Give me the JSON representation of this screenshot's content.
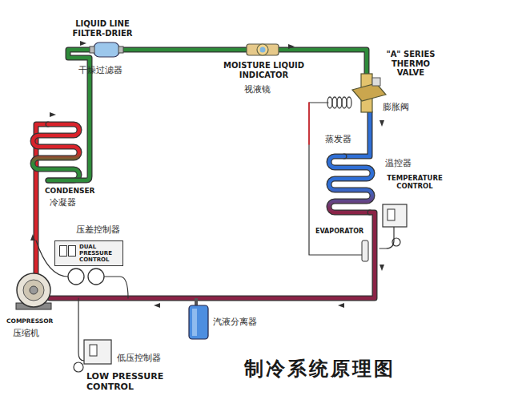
{
  "diagram": {
    "title": "制冷系统原理图",
    "nodes": [
      {
        "text": [
          "压差控制器",
          "DUAL PRESSURE CONTROL"
        ]
      }
    ],
    "labels": [
      "LIQUID LINE FILTER-DRIER",
      "干燥过滤器",
      "MOISTURE LIQUID INDICATOR",
      "视液镜",
      "\"A\" SERIES THERMO VALVE",
      "膨胀阀",
      "蒸发器",
      "温控器",
      "TEMPERATURE CONTROL",
      "EVAPORATOR",
      "CONDENSER",
      "冷凝器",
      "COMPRESSOR",
      "压缩机",
      "汽液分离器",
      "低压控制器",
      "LOW PRESSURE CONTROL"
    ]
  }
}
